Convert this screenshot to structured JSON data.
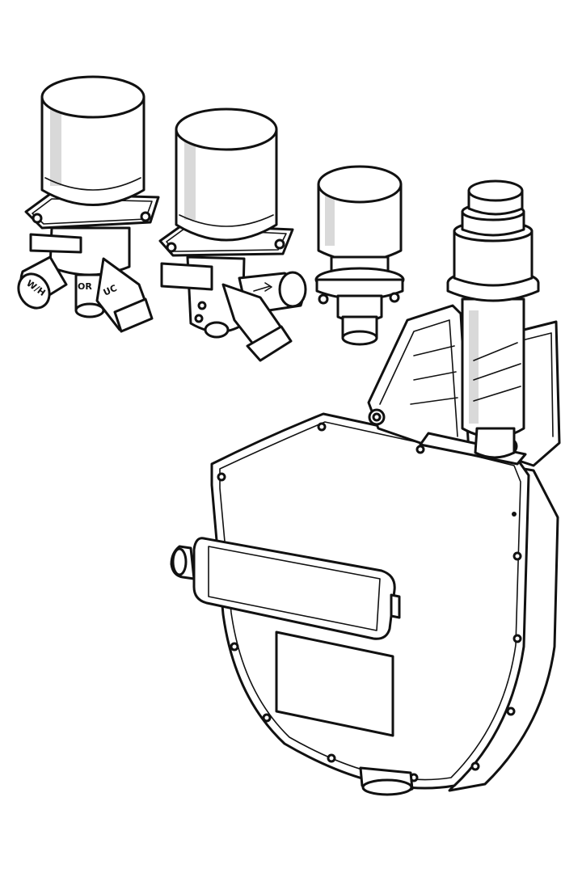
{
  "drawing": {
    "part_labels": {
      "wh": "W/H",
      "or": "OR",
      "uc": "UC"
    },
    "colors": {
      "line": "#111111",
      "fill": "#ffffff",
      "shade": "#d9d9d9"
    }
  }
}
